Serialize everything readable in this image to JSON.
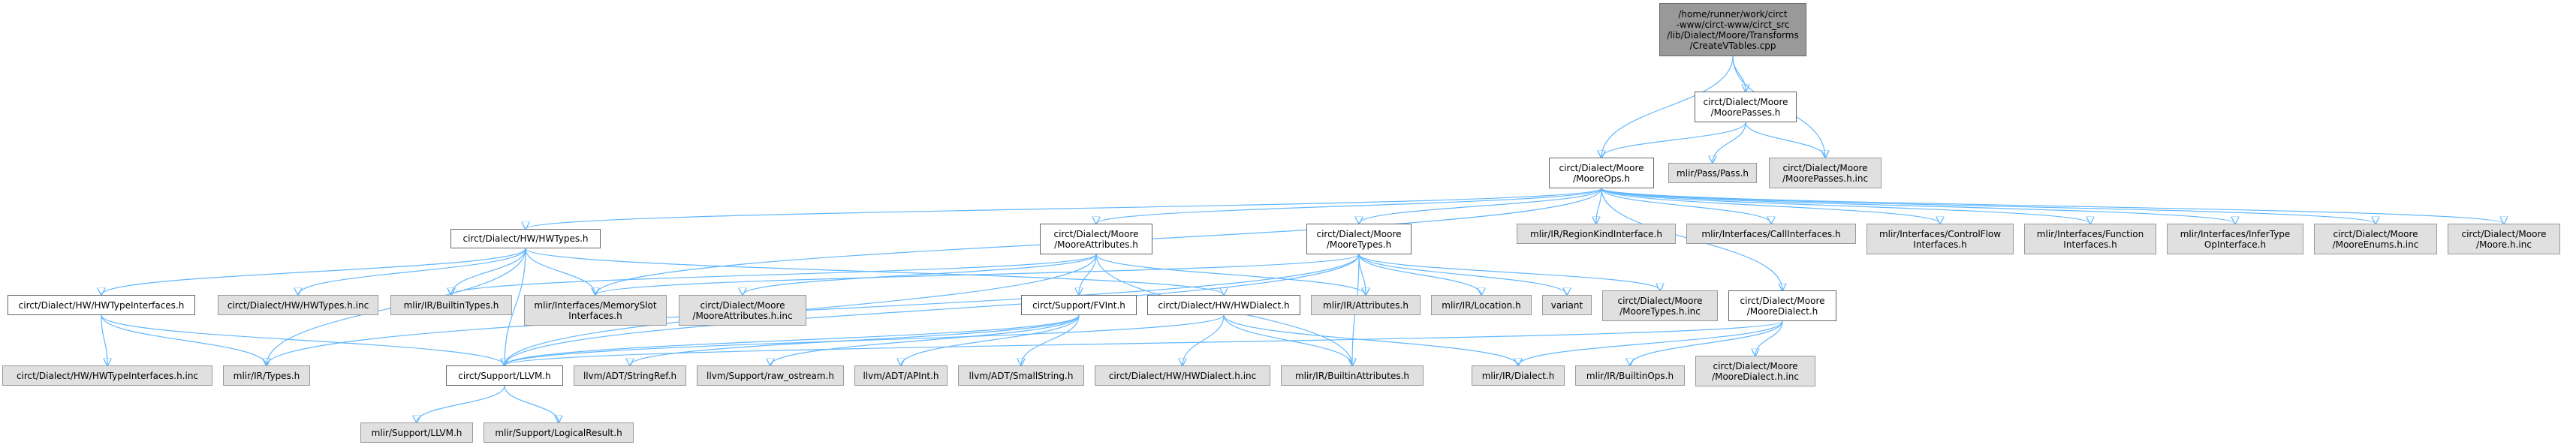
{
  "graph": {
    "title": "/home/runner/work/circt-www/circt-www/circt_src/lib/Dialect/Moore/Transforms/CreateVTables.cpp",
    "colors": {
      "edge": "#63b8ff",
      "root_fill": "#999999",
      "local_fill": "#ffffff",
      "external_fill": "#e0e0e0"
    },
    "nodes": [
      {
        "id": "root",
        "label": "/home/runner/work/circt\n-www/circt-www/circt_src\n/lib/Dialect/Moore/Transforms\n/CreateVTables.cpp",
        "kind": "root"
      },
      {
        "id": "moorepasses_h",
        "label": "circt/Dialect/Moore\n/MoorePasses.h",
        "kind": "local"
      },
      {
        "id": "mooreops_h",
        "label": "circt/Dialect/Moore\n/MooreOps.h",
        "kind": "local"
      },
      {
        "id": "pass_h",
        "label": "mlir/Pass/Pass.h",
        "kind": "external"
      },
      {
        "id": "moorepasses_inc",
        "label": "circt/Dialect/Moore\n/MoorePasses.h.inc",
        "kind": "external"
      },
      {
        "id": "hwtypes_h",
        "label": "circt/Dialect/HW/HWTypes.h",
        "kind": "local"
      },
      {
        "id": "mooreattrs_h",
        "label": "circt/Dialect/Moore\n/MooreAttributes.h",
        "kind": "local"
      },
      {
        "id": "mooretypes_h",
        "label": "circt/Dialect/Moore\n/MooreTypes.h",
        "kind": "local"
      },
      {
        "id": "regionkind_h",
        "label": "mlir/IR/RegionKindInterface.h",
        "kind": "external"
      },
      {
        "id": "callif_h",
        "label": "mlir/Interfaces/CallInterfaces.h",
        "kind": "external"
      },
      {
        "id": "controlflow_h",
        "label": "mlir/Interfaces/ControlFlow\nInterfaces.h",
        "kind": "external"
      },
      {
        "id": "function_h",
        "label": "mlir/Interfaces/Function\nInterfaces.h",
        "kind": "external"
      },
      {
        "id": "infertype_h",
        "label": "mlir/Interfaces/InferType\nOpInterface.h",
        "kind": "external"
      },
      {
        "id": "mooreenums_inc",
        "label": "circt/Dialect/Moore\n/MooreEnums.h.inc",
        "kind": "external"
      },
      {
        "id": "moore_inc",
        "label": "circt/Dialect/Moore\n/Moore.h.inc",
        "kind": "external"
      },
      {
        "id": "hwtypeif_h",
        "label": "circt/Dialect/HW/HWTypeInterfaces.h",
        "kind": "local"
      },
      {
        "id": "hwtypes_inc",
        "label": "circt/Dialect/HW/HWTypes.h.inc",
        "kind": "external"
      },
      {
        "id": "builtintypes_h",
        "label": "mlir/IR/BuiltinTypes.h",
        "kind": "external"
      },
      {
        "id": "memslot_h",
        "label": "mlir/Interfaces/MemorySlot\nInterfaces.h",
        "kind": "external"
      },
      {
        "id": "mooreattrs_inc",
        "label": "circt/Dialect/Moore\n/MooreAttributes.h.inc",
        "kind": "external"
      },
      {
        "id": "fvint_h",
        "label": "circt/Support/FVInt.h",
        "kind": "local"
      },
      {
        "id": "hwdialect_h",
        "label": "circt/Dialect/HW/HWDialect.h",
        "kind": "local"
      },
      {
        "id": "attributes_h",
        "label": "mlir/IR/Attributes.h",
        "kind": "external"
      },
      {
        "id": "location_h",
        "label": "mlir/IR/Location.h",
        "kind": "external"
      },
      {
        "id": "variant",
        "label": "variant",
        "kind": "external"
      },
      {
        "id": "mooretypes_inc",
        "label": "circt/Dialect/Moore\n/MooreTypes.h.inc",
        "kind": "external"
      },
      {
        "id": "mooredialect_h",
        "label": "circt/Dialect/Moore\n/MooreDialect.h",
        "kind": "local"
      },
      {
        "id": "hwtypeif_inc",
        "label": "circt/Dialect/HW/HWTypeInterfaces.h.inc",
        "kind": "external"
      },
      {
        "id": "types_h",
        "label": "mlir/IR/Types.h",
        "kind": "external"
      },
      {
        "id": "llvm_h",
        "label": "circt/Support/LLVM.h",
        "kind": "local"
      },
      {
        "id": "stringref_h",
        "label": "llvm/ADT/StringRef.h",
        "kind": "external"
      },
      {
        "id": "raw_ostream_h",
        "label": "llvm/Support/raw_ostream.h",
        "kind": "external"
      },
      {
        "id": "apint_h",
        "label": "llvm/ADT/APInt.h",
        "kind": "external"
      },
      {
        "id": "smallstring_h",
        "label": "llvm/ADT/SmallString.h",
        "kind": "external"
      },
      {
        "id": "hwdialect_inc",
        "label": "circt/Dialect/HW/HWDialect.h.inc",
        "kind": "external"
      },
      {
        "id": "builtinattrs_h",
        "label": "mlir/IR/BuiltinAttributes.h",
        "kind": "external"
      },
      {
        "id": "dialect_h",
        "label": "mlir/IR/Dialect.h",
        "kind": "external"
      },
      {
        "id": "builtinops_h",
        "label": "mlir/IR/BuiltinOps.h",
        "kind": "external"
      },
      {
        "id": "mooredialect_inc",
        "label": "circt/Dialect/Moore\n/MooreDialect.h.inc",
        "kind": "external"
      },
      {
        "id": "mlir_llvm_h",
        "label": "mlir/Support/LLVM.h",
        "kind": "external"
      },
      {
        "id": "logicalresult_h",
        "label": "mlir/Support/LogicalResult.h",
        "kind": "external"
      }
    ],
    "edges": [
      [
        "root",
        "moorepasses_h"
      ],
      [
        "root",
        "mooreops_h"
      ],
      [
        "root",
        "moorepasses_inc"
      ],
      [
        "moorepasses_h",
        "mooreops_h"
      ],
      [
        "moorepasses_h",
        "pass_h"
      ],
      [
        "moorepasses_h",
        "moorepasses_inc"
      ],
      [
        "mooreops_h",
        "hwtypes_h"
      ],
      [
        "mooreops_h",
        "mooreattrs_h"
      ],
      [
        "mooreops_h",
        "mooretypes_h"
      ],
      [
        "mooreops_h",
        "regionkind_h"
      ],
      [
        "mooreops_h",
        "callif_h"
      ],
      [
        "mooreops_h",
        "controlflow_h"
      ],
      [
        "mooreops_h",
        "function_h"
      ],
      [
        "mooreops_h",
        "infertype_h"
      ],
      [
        "mooreops_h",
        "mooreenums_inc"
      ],
      [
        "mooreops_h",
        "moore_inc"
      ],
      [
        "mooreops_h",
        "memslot_h"
      ],
      [
        "mooreops_h",
        "mooredialect_h"
      ],
      [
        "hwtypes_h",
        "hwtypeif_h"
      ],
      [
        "hwtypes_h",
        "hwtypes_inc"
      ],
      [
        "hwtypes_h",
        "builtintypes_h"
      ],
      [
        "hwtypes_h",
        "memslot_h"
      ],
      [
        "hwtypes_h",
        "types_h"
      ],
      [
        "hwtypes_h",
        "llvm_h"
      ],
      [
        "hwtypes_h",
        "hwdialect_h"
      ],
      [
        "hwtypeif_h",
        "hwtypeif_inc"
      ],
      [
        "hwtypeif_h",
        "types_h"
      ],
      [
        "hwtypeif_h",
        "llvm_h"
      ],
      [
        "mooreattrs_h",
        "builtintypes_h"
      ],
      [
        "mooreattrs_h",
        "mooreattrs_inc"
      ],
      [
        "mooreattrs_h",
        "fvint_h"
      ],
      [
        "mooreattrs_h",
        "attributes_h"
      ],
      [
        "mooreattrs_h",
        "builtinattrs_h"
      ],
      [
        "mooreattrs_h",
        "llvm_h"
      ],
      [
        "mooretypes_h",
        "memslot_h"
      ],
      [
        "mooretypes_h",
        "attributes_h"
      ],
      [
        "mooretypes_h",
        "location_h"
      ],
      [
        "mooretypes_h",
        "variant"
      ],
      [
        "mooretypes_h",
        "mooretypes_inc"
      ],
      [
        "mooretypes_h",
        "builtinattrs_h"
      ],
      [
        "mooretypes_h",
        "llvm_h"
      ],
      [
        "mooretypes_h",
        "types_h"
      ],
      [
        "fvint_h",
        "llvm_h"
      ],
      [
        "fvint_h",
        "stringref_h"
      ],
      [
        "fvint_h",
        "raw_ostream_h"
      ],
      [
        "fvint_h",
        "apint_h"
      ],
      [
        "fvint_h",
        "smallstring_h"
      ],
      [
        "hwdialect_h",
        "llvm_h"
      ],
      [
        "hwdialect_h",
        "hwdialect_inc"
      ],
      [
        "hwdialect_h",
        "builtinattrs_h"
      ],
      [
        "hwdialect_h",
        "dialect_h"
      ],
      [
        "mooredialect_h",
        "llvm_h"
      ],
      [
        "mooredialect_h",
        "dialect_h"
      ],
      [
        "mooredialect_h",
        "builtinops_h"
      ],
      [
        "mooredialect_h",
        "mooredialect_inc"
      ],
      [
        "llvm_h",
        "mlir_llvm_h"
      ],
      [
        "llvm_h",
        "logicalresult_h"
      ]
    ]
  }
}
